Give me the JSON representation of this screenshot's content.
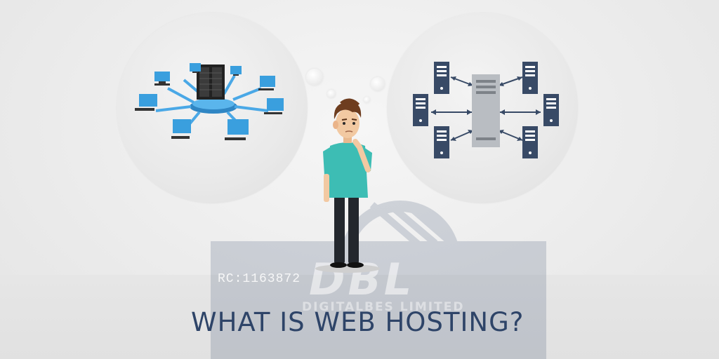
{
  "headline": "WHAT IS WEB HOSTING?",
  "watermark": {
    "registration": "RC:1163872",
    "logo_text": "DBL",
    "company": "DIGITALBES LIMITED"
  },
  "colors": {
    "headline": "#2e4468",
    "monitor": "#3a9fde",
    "server_dark": "#384a66",
    "server_light": "#b9bdc2",
    "shirt": "#3dbdb4",
    "pants": "#23272d",
    "hair": "#6e3d1f"
  },
  "illustrations": {
    "left_bubble": "network-diagram",
    "right_bubble": "server-cluster-diagram",
    "character": "thinking-man"
  }
}
